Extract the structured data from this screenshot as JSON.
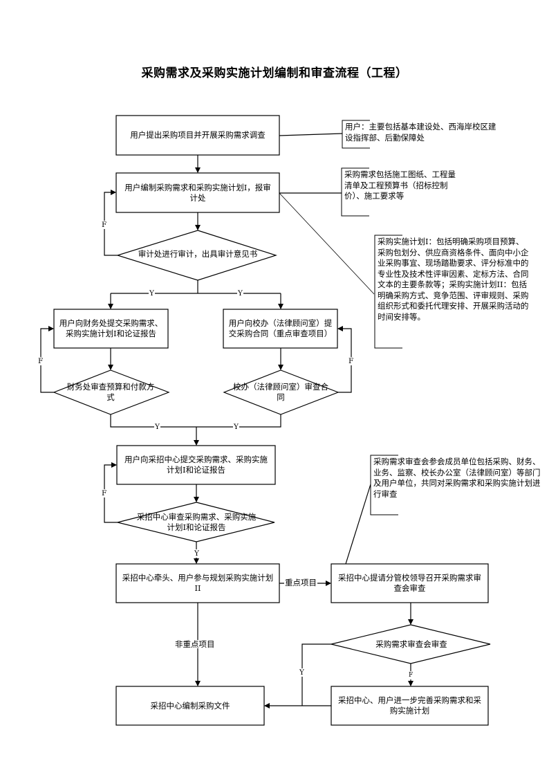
{
  "title": "采购需求及采购实施计划编制和审查流程（工程）",
  "nodes": {
    "n1": "用户提出采购项目并开展采购需求调查",
    "n2": "用户编制采购需求和采购实施计划I，报审计处",
    "d1": "审计处进行审计，出具审计意见书",
    "n3": "用户向财务处提交采购需求、采购实施计划I和论证报告",
    "n4": "用户向校办（法律顾问室）提交采购合同（重点审查项目）",
    "d2": "财务处审查预算和付款方式",
    "d3": "校办（法律顾问室）审查合同",
    "n5": "用户向采招中心提交采购需求、采购实施计划I和论证报告",
    "d4": "采招中心审查采购需求、采购实施计划I和论证报告",
    "n6": "采招中心牵头、用户参与规划采购实施计划II",
    "n7": "采招中心提请分管校领导召开采购需求审查会审查",
    "d5": "采购需求审查会审查",
    "n8": "采招中心编制采购文件",
    "n9": "采招中心、用户进一步完善采购需求和采购实施计划"
  },
  "notes": {
    "note1": "用户：主要包括基本建设处、西海岸校区建设指挥部、后勤保障处",
    "note2": "采购需求包括施工图纸、工程量清单及工程预算书（招标控制价）、施工要求等",
    "note3": "采购实施计划I：包括明确采购项目预算、采购包划分、供应商资格条件、面向中小企业采购事宜、现场踏勘要求、评分标准中的专业性及技术性评审因素、定标方法、合同文本的主要条款等；采购实施计划II：包括明确采购方式、竞争范围、评审规则、采购组织形式和委托代理安排、开展采购活动的时间安排等。",
    "note4": "采购需求审查会参会成员单位包括采购、财务、业务、监察、校长办公室（法律顾问室）等部门及用户单位，共同对采购需求和采购实施计划进行审查"
  },
  "edge_labels": {
    "yes": "Y",
    "no": "F",
    "key_project": "重点项目",
    "non_key_project": "非重点项目"
  }
}
